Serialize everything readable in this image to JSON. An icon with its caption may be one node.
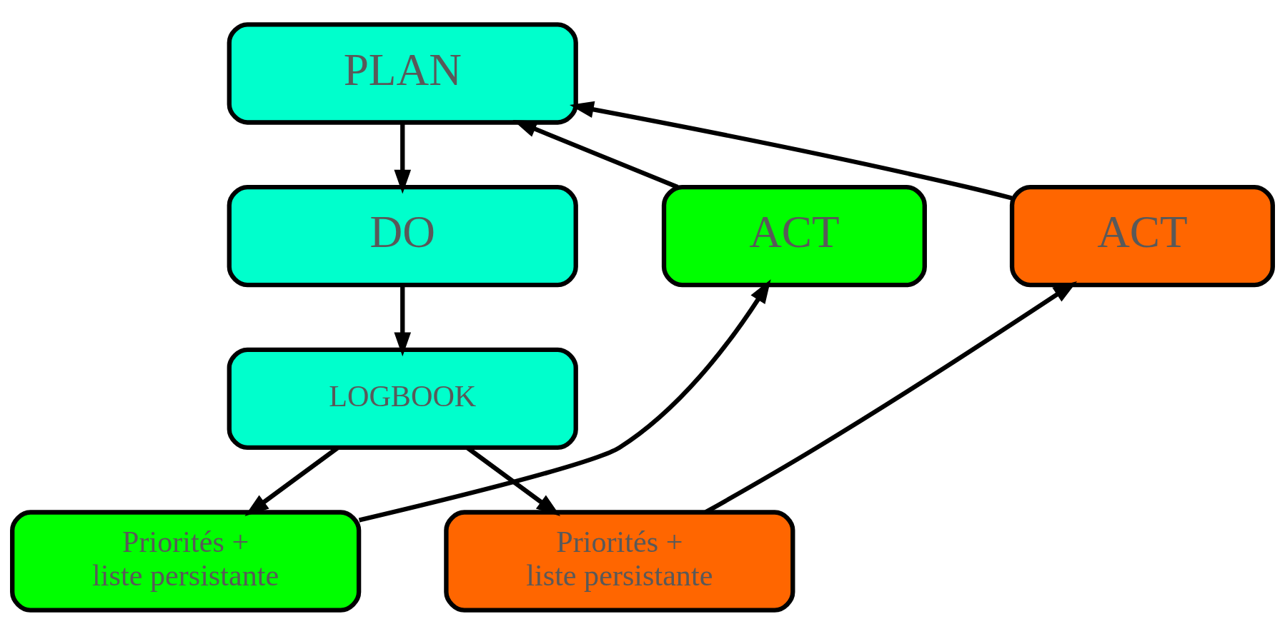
{
  "diagram": {
    "nodes": [
      {
        "text": [
          "PLAN"
        ]
      },
      {
        "text": [
          "ACT"
        ]
      },
      {
        "text": [
          "DO"
        ]
      },
      {
        "text": [
          "ACT"
        ]
      },
      {
        "text": [
          "LOGBOOK"
        ]
      },
      {
        "text": [
          "Priorités + liste persistante"
        ]
      },
      {
        "text": [
          "Priorités + liste persistante"
        ]
      }
    ],
    "edges": [
      {
        "from": 1,
        "to": 0,
        "arrow": "to"
      },
      {
        "from": 3,
        "to": 0,
        "arrow": "to"
      },
      {
        "from": 0,
        "to": 2,
        "arrow": "to"
      },
      {
        "from": 2,
        "to": 4,
        "arrow": "to"
      },
      {
        "from": 4,
        "to": 5,
        "arrow": "to"
      },
      {
        "from": 4,
        "to": 6,
        "arrow": "to"
      },
      {
        "from": 5,
        "to": 1,
        "arrow": "to"
      },
      {
        "from": 6,
        "to": 3,
        "arrow": "to"
      }
    ]
  }
}
